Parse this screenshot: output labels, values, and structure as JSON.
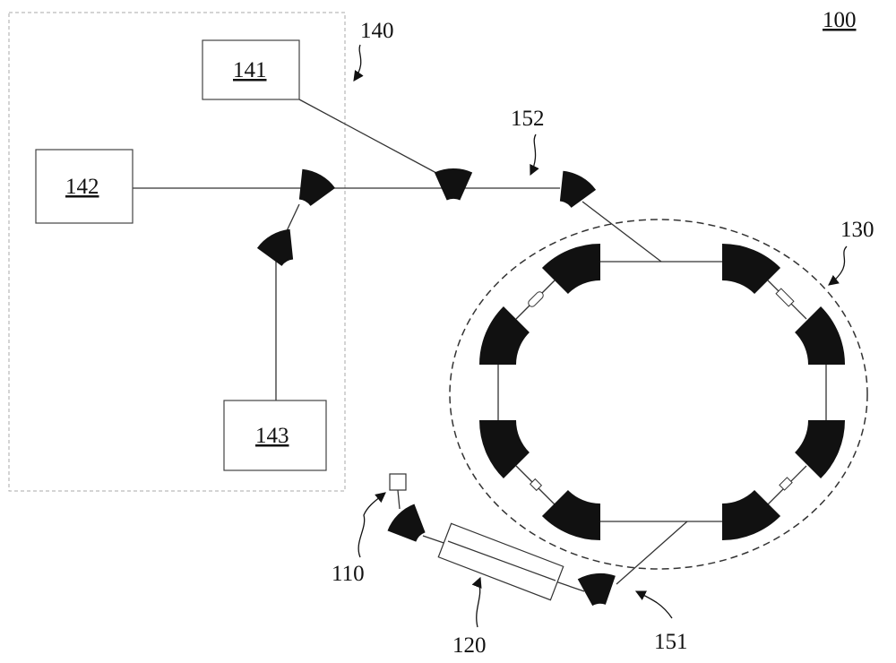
{
  "figure_label": "100",
  "groups": {
    "source_group": "140",
    "ring": "130",
    "injection_line": "151",
    "transport_line": "152"
  },
  "boxes": {
    "b141": "141",
    "b142": "142",
    "b143": "143"
  },
  "components": {
    "ion_source": "110",
    "linac": "120"
  },
  "colors": {
    "ink": "#111111",
    "dashed": "#333333",
    "box_dash": "#999999"
  }
}
